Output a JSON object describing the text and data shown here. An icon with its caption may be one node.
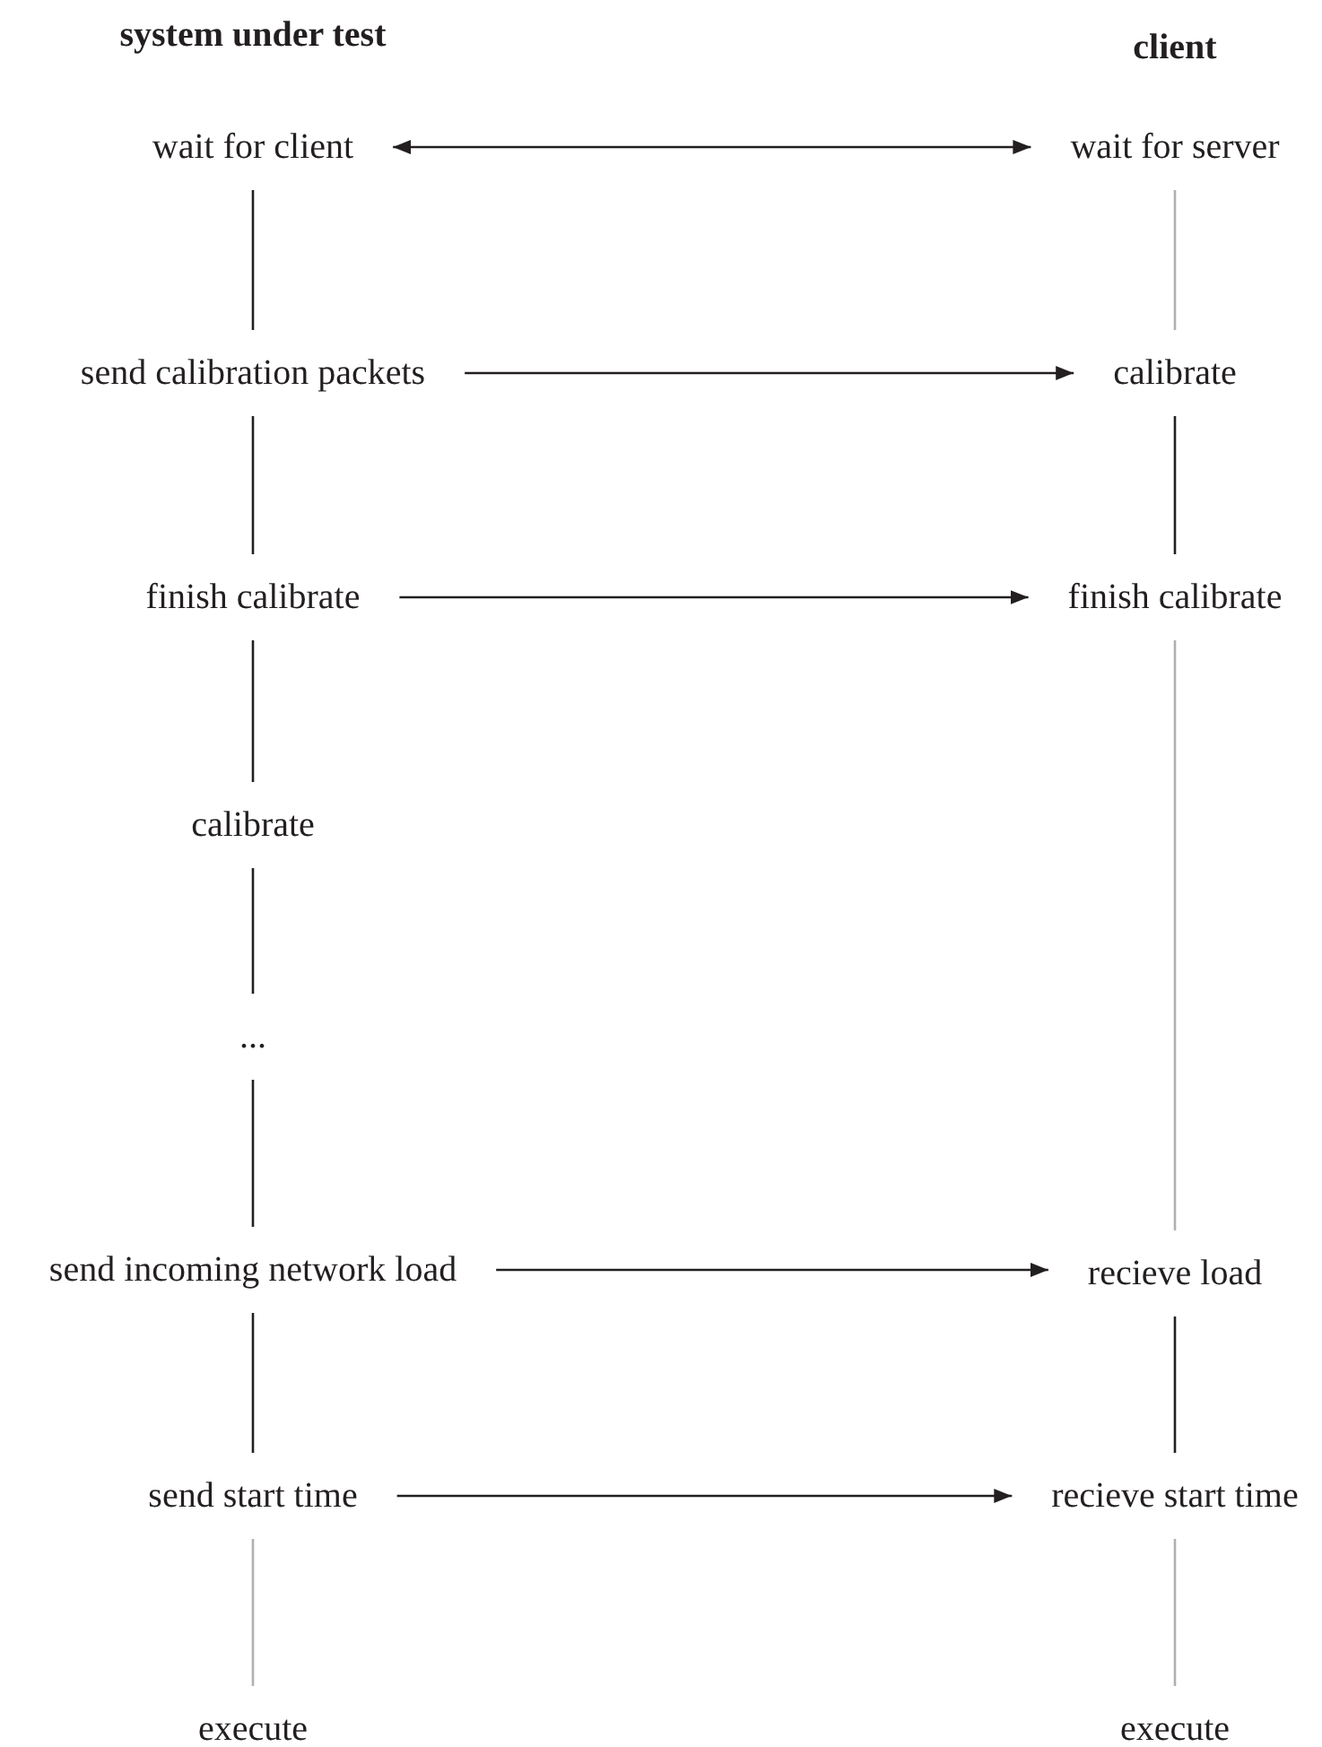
{
  "diagram": {
    "nodes": [
      {
        "text": [
          "wait for client"
        ]
      },
      {
        "text": [
          "wait for server"
        ]
      },
      {
        "text": [
          "send calibration packets"
        ]
      },
      {
        "text": [
          "calibrate"
        ]
      },
      {
        "text": [
          "finish calibrate"
        ]
      },
      {
        "text": [
          "finish calibrate"
        ]
      },
      {
        "text": [
          "calibrate"
        ]
      },
      {
        "text": [
          "..."
        ]
      },
      {
        "text": [
          "send incoming network load"
        ]
      },
      {
        "text": [
          "recieve load"
        ]
      },
      {
        "text": [
          "send start time"
        ]
      },
      {
        "text": [
          "recieve start time"
        ]
      },
      {
        "text": [
          "execute"
        ]
      },
      {
        "text": [
          "execute"
        ]
      }
    ],
    "edges": [
      {
        "from": 0,
        "to": 1,
        "arrow": "both"
      },
      {
        "from": 0,
        "to": 2,
        "arrow": "none"
      },
      {
        "from": 1,
        "to": 3,
        "arrow": "none",
        "color": "#b0b0b0"
      },
      {
        "from": 2,
        "to": 3,
        "arrow": "to"
      },
      {
        "from": 2,
        "to": 4,
        "arrow": "none"
      },
      {
        "from": 3,
        "to": 5,
        "arrow": "none"
      },
      {
        "from": 4,
        "to": 5,
        "arrow": "to"
      },
      {
        "from": 4,
        "to": 6,
        "arrow": "none"
      },
      {
        "from": 6,
        "to": 7,
        "arrow": "none"
      },
      {
        "from": 7,
        "to": 8,
        "arrow": "none"
      },
      {
        "from": 5,
        "to": 9,
        "arrow": "none",
        "color": "#b0b0b0"
      },
      {
        "from": 8,
        "to": 9,
        "arrow": "to"
      },
      {
        "from": 8,
        "to": 10,
        "arrow": "none"
      },
      {
        "from": 9,
        "to": 11,
        "arrow": "none"
      },
      {
        "from": 10,
        "to": 11,
        "arrow": "to"
      },
      {
        "from": 10,
        "to": 12,
        "arrow": "none",
        "color": "#b0b0b0"
      },
      {
        "from": 11,
        "to": 13,
        "arrow": "none",
        "color": "#b0b0b0"
      }
    ],
    "labels": [
      "system under test",
      "client"
    ]
  }
}
